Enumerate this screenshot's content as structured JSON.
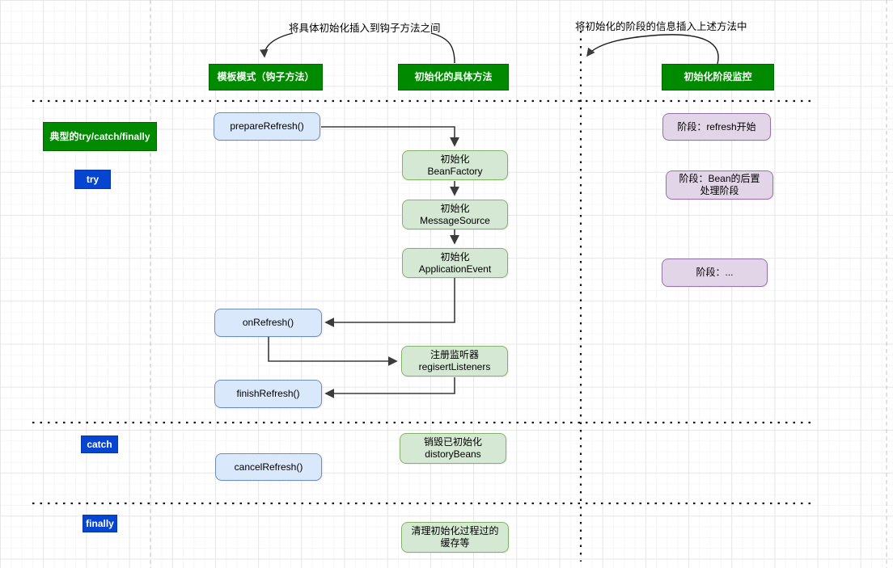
{
  "diagram": {
    "annotations": {
      "hook_note": "将具体初始化插入到钩子方法之间",
      "phase_note": "将初始化的阶段的信息插入上述方法中"
    },
    "headers": {
      "template_mode": "模板模式（钩子方法）",
      "init_methods": "初始化的具体方法",
      "phase_monitor": "初始化阶段监控"
    },
    "left_labels": {
      "typical": "典型的try/catch/finally",
      "try": "try",
      "catch": "catch",
      "finally": "finally"
    },
    "hooks": {
      "prepare": "prepareRefresh()",
      "on_refresh": "onRefresh()",
      "finish": "finishRefresh()",
      "cancel": "cancelRefresh()"
    },
    "steps": {
      "bean_factory": "初始化\nBeanFactory",
      "message_source": "初始化\nMessageSource",
      "application_event": "初始化\nApplicationEvent",
      "register_listeners": "注册监听器\nregisertListeners",
      "destroy_beans": "销毁已初始化\ndistoryBeans",
      "clean_cache": "清理初始化过程过的\n缓存等"
    },
    "phases": {
      "refresh_start": "阶段：refresh开始",
      "bean_post_process": "阶段：Bean的后置\n处理阶段",
      "ellipsis": "阶段：..."
    },
    "colors": {
      "header_green": "#008a00",
      "keyword_blue": "#0645cf",
      "node_blue_fill": "#dae8fc",
      "node_blue_border": "#6c8ebf",
      "node_green_fill": "#d5e8d4",
      "node_green_border": "#82b366",
      "node_purple_fill": "#e1d5e7",
      "node_purple_border": "#9673a6",
      "connector": "#3b3b3b"
    }
  }
}
